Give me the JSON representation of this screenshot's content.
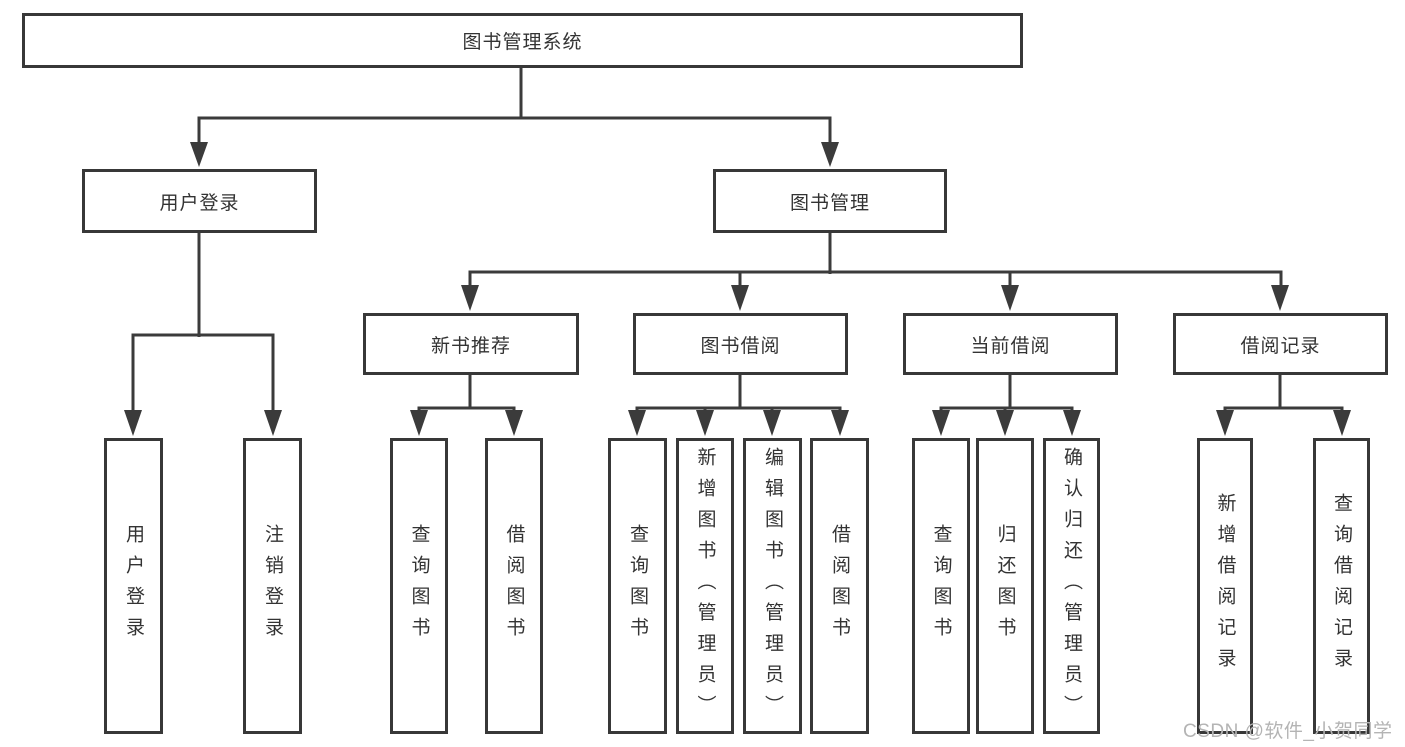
{
  "root": {
    "label": "图书管理系统"
  },
  "user": {
    "label": "用户登录",
    "children": [
      {
        "label": "用户登录"
      },
      {
        "label": "注销登录"
      }
    ]
  },
  "mgmt": {
    "label": "图书管理",
    "groups": [
      {
        "label": "新书推荐",
        "children": [
          {
            "label": "查询图书"
          },
          {
            "label": "借阅图书"
          }
        ]
      },
      {
        "label": "图书借阅",
        "children": [
          {
            "label": "查询图书"
          },
          {
            "label": "新增图书（管理员）"
          },
          {
            "label": "编辑图书（管理员）"
          },
          {
            "label": "借阅图书"
          }
        ]
      },
      {
        "label": "当前借阅",
        "children": [
          {
            "label": "查询图书"
          },
          {
            "label": "归还图书"
          },
          {
            "label": "确认归还（管理员）"
          }
        ]
      },
      {
        "label": "借阅记录",
        "children": [
          {
            "label": "新增借阅记录"
          },
          {
            "label": "查询借阅记录"
          }
        ]
      }
    ]
  },
  "watermark": "CSDN @软件_小贺同学",
  "colors": {
    "line": "#3b3b3b",
    "border": "#383838",
    "text": "#333333",
    "watermark": "#b4b4b4",
    "background": "#ffffff"
  }
}
